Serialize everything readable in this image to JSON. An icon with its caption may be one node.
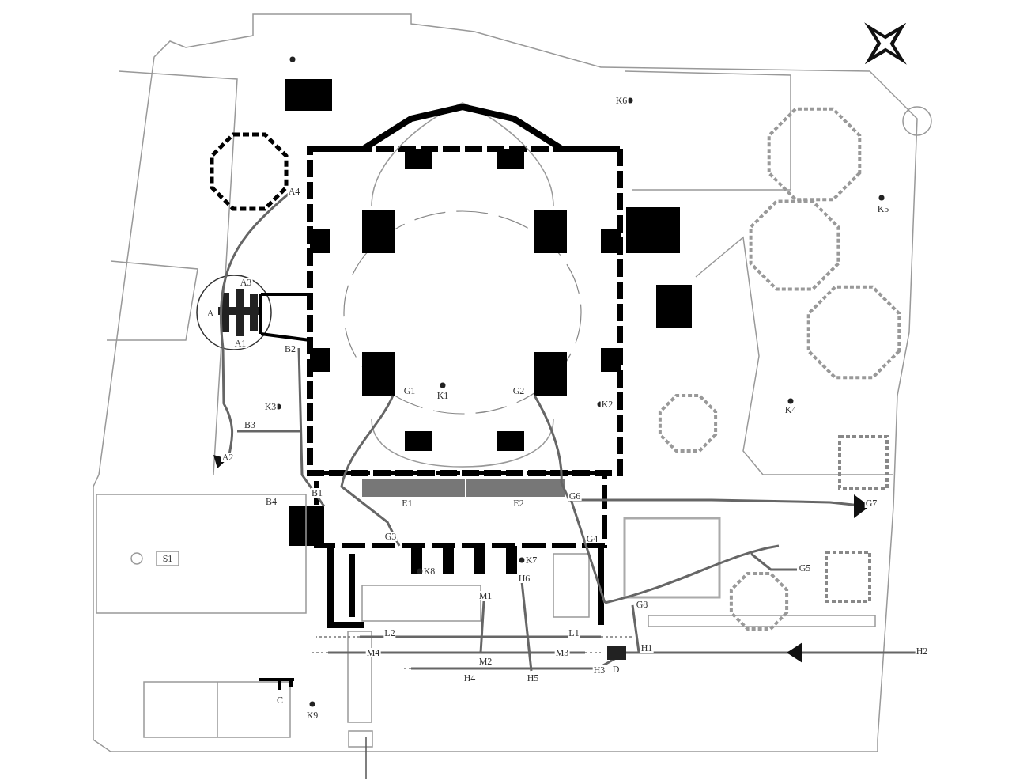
{
  "diagram": {
    "labels": [
      "K6",
      "A4",
      "K5",
      "A3",
      "A",
      "A1",
      "B2",
      "G1",
      "K1",
      "G2",
      "K2",
      "K4",
      "K3",
      "B3",
      "A2",
      "B1",
      "B4",
      "E1",
      "E2",
      "G6",
      "G7",
      "S1",
      "G3",
      "G4",
      "K8",
      "K7",
      "H6",
      "G5",
      "M1",
      "G8",
      "L2",
      "L1",
      "M4",
      "M2",
      "M3",
      "H1",
      "H2",
      "H4",
      "H5",
      "H3",
      "D",
      "C",
      "K9"
    ]
  }
}
